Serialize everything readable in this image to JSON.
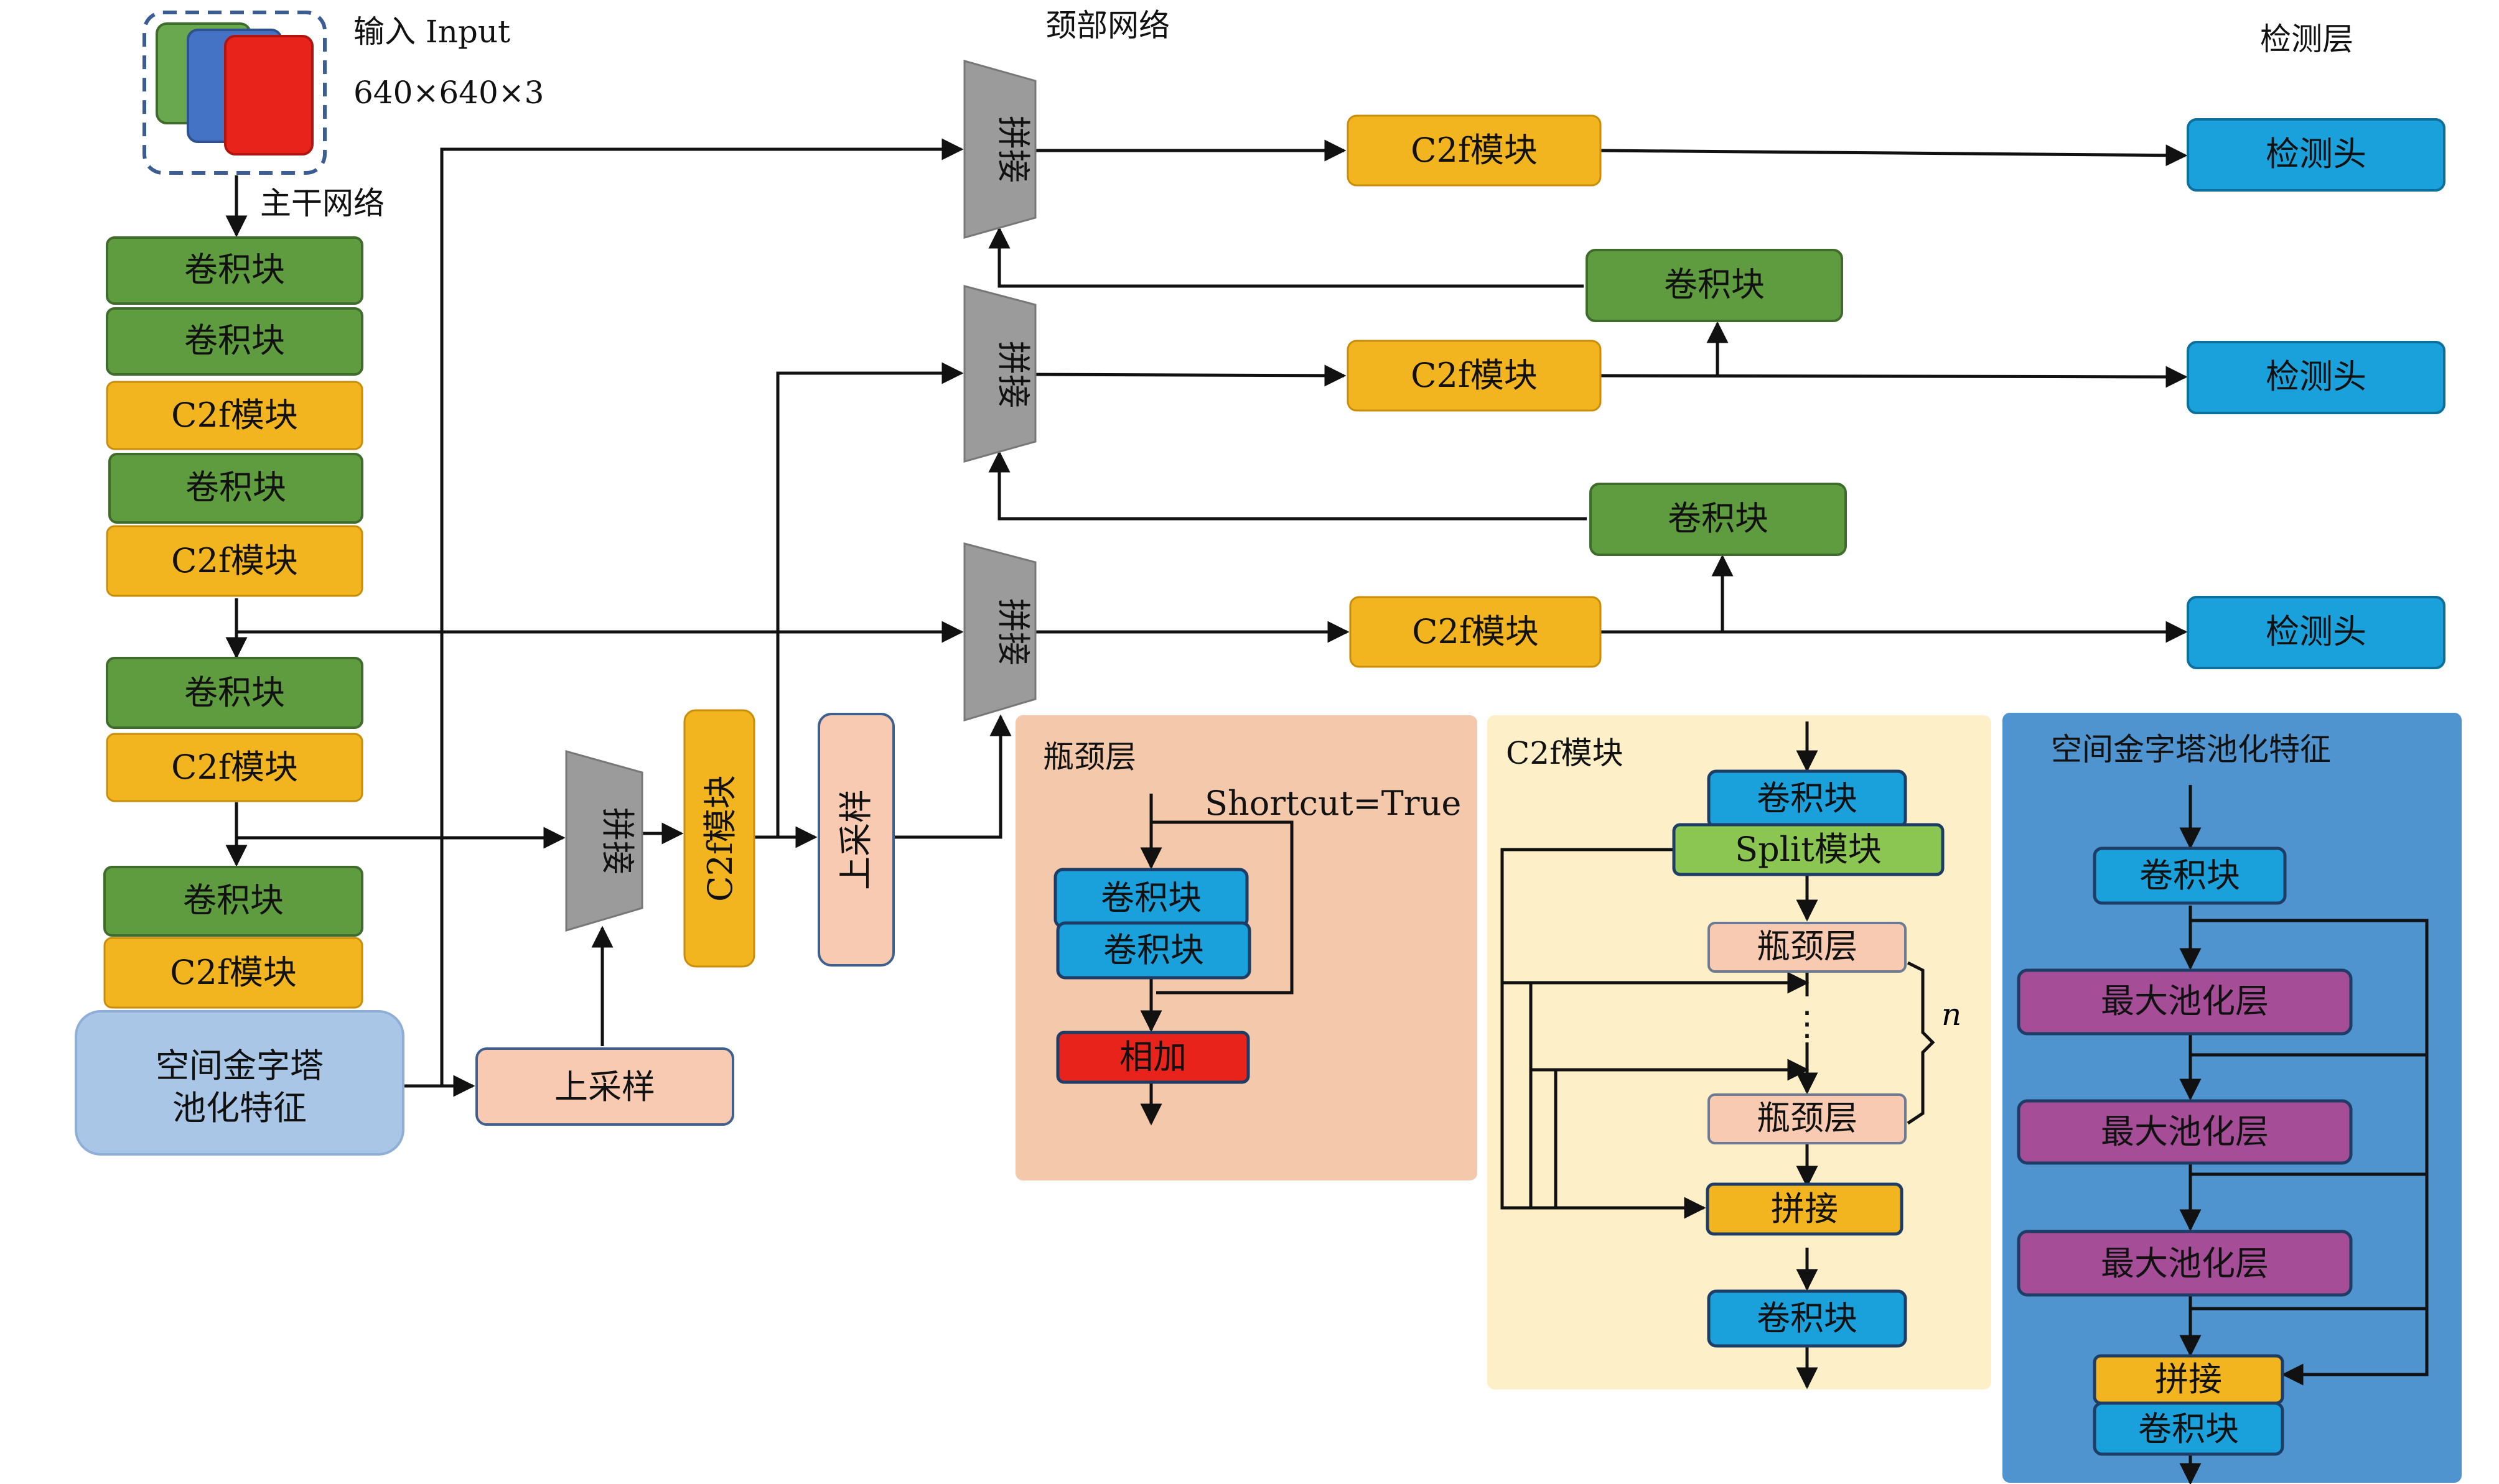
{
  "input": {
    "title": "输入 Input",
    "size": "640×640×3"
  },
  "labels": {
    "backbone": "主干网络",
    "neck": "颈部网络",
    "detect_layer": "检测层"
  },
  "blocks": {
    "conv": "卷积块",
    "c2f": "C2f模块",
    "sppf_line1": "空间金字塔",
    "sppf_line2": "池化特征",
    "upsample": "上采样",
    "concat": "拼接",
    "c2f_vertical": "C2f模块",
    "upsample_vertical": "上采样",
    "detect_head": "检测头"
  },
  "panels": {
    "bottleneck": {
      "title": "瓶颈层",
      "shortcut": "Shortcut=True",
      "conv": "卷积块",
      "add": "相加"
    },
    "c2f": {
      "title": "C2f模块",
      "conv": "卷积块",
      "split": "Split模块",
      "bottleneck": "瓶颈层",
      "dots": "⋮",
      "n": "n",
      "concat": "拼接"
    },
    "sppf": {
      "title": "空间金字塔池化特征",
      "conv": "卷积块",
      "maxpool": "最大池化层",
      "concat": "拼接"
    }
  },
  "colors": {
    "green": "#5e9c3f",
    "yellow": "#f2b51f",
    "blue_head": "#1aa1dc",
    "salmon": "#f7cab1",
    "gray": "#9b9b9b",
    "sppf_box": "#a9c6e6",
    "panel_bottleneck": "#f4c8ab",
    "panel_c2f": "#fdf0c9",
    "panel_sppf": "#4f94cf",
    "maxpool": "#a64d97",
    "add_red": "#e8231c",
    "split_green": "#8bc653"
  }
}
